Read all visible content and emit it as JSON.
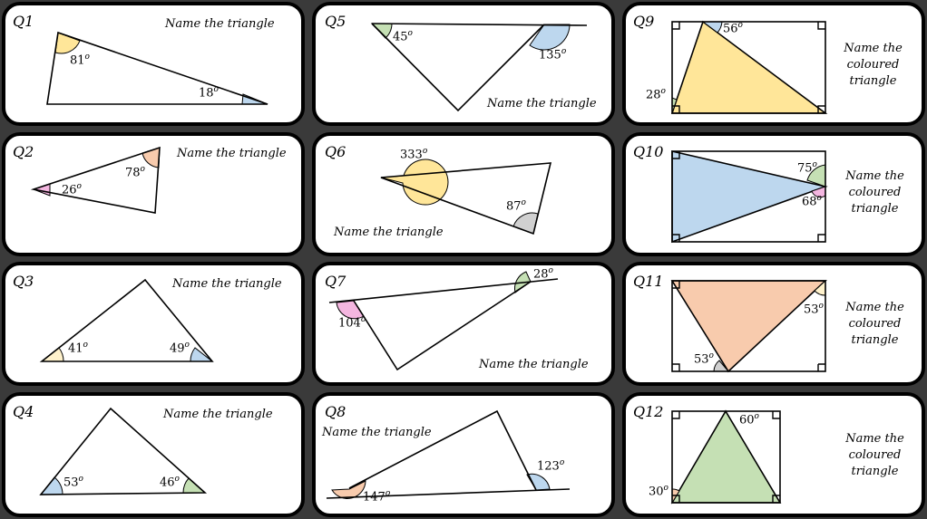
{
  "prompt": "Name the triangle",
  "prompt_coloured": "Name the coloured triangle",
  "deg": "o",
  "colors": {
    "yellow": "#ffe699",
    "blue": "#bdd7ee",
    "pink": "#f4b6e0",
    "orange": "#f8cbad",
    "green": "#c5e0b4",
    "gray": "#d0d0d0"
  },
  "questions": [
    {
      "label": "Q1",
      "angles": [
        "81",
        "18"
      ]
    },
    {
      "label": "Q2",
      "angles": [
        "26",
        "78"
      ]
    },
    {
      "label": "Q3",
      "angles": [
        "41",
        "49"
      ]
    },
    {
      "label": "Q4",
      "angles": [
        "53",
        "46"
      ]
    },
    {
      "label": "Q5",
      "angles": [
        "45",
        "135"
      ]
    },
    {
      "label": "Q6",
      "angles": [
        "333",
        "87"
      ]
    },
    {
      "label": "Q7",
      "angles": [
        "104",
        "28"
      ]
    },
    {
      "label": "Q8",
      "angles": [
        "123",
        "147"
      ]
    },
    {
      "label": "Q9",
      "angles": [
        "56",
        "28"
      ]
    },
    {
      "label": "Q10",
      "angles": [
        "75",
        "68"
      ]
    },
    {
      "label": "Q11",
      "angles": [
        "53",
        "53"
      ]
    },
    {
      "label": "Q12",
      "angles": [
        "60",
        "30"
      ]
    }
  ]
}
